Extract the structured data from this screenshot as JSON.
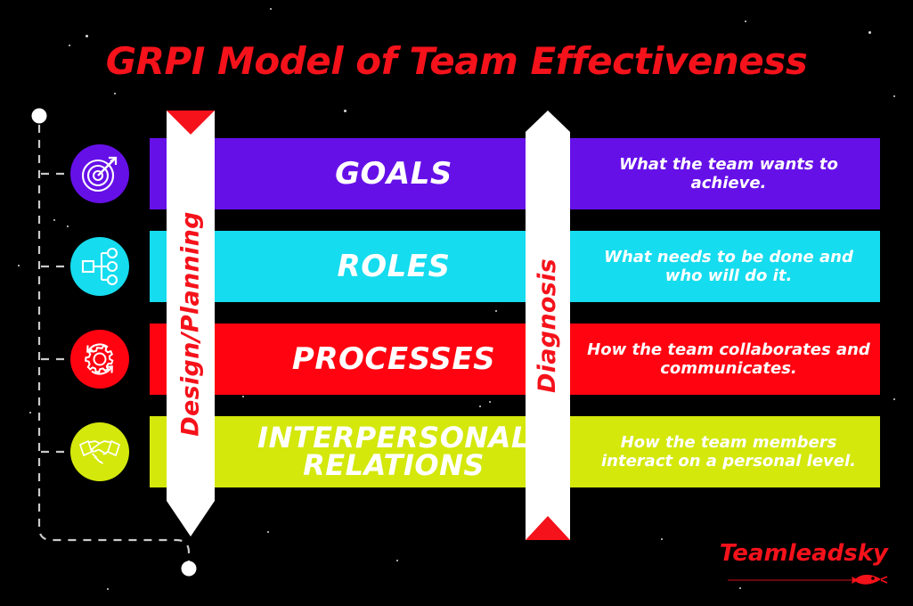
{
  "meta": {
    "background_color": "#000000",
    "accent_red": "#F5121B"
  },
  "header": {
    "title": "GRPI Model of Team Effectiveness"
  },
  "arrows": {
    "left": {
      "label": "Design/Planning",
      "direction": "down",
      "shaft_color": "#FFFFFF",
      "tip_color": "#F5121B",
      "name": "design-planning-arrow"
    },
    "right": {
      "label": "Diagnosis",
      "direction": "up",
      "shaft_color": "#FFFFFF",
      "tip_color": "#F5121B",
      "name": "diagnosis-arrow"
    }
  },
  "rows": [
    {
      "key": "goals",
      "title": "GOALS",
      "description": "What the team wants to achieve.",
      "color": "#6610E8",
      "icon": "target-arrow-icon"
    },
    {
      "key": "roles",
      "title": "ROLES",
      "description": "What needs to be done and who will do it.",
      "color": "#15DCEE",
      "icon": "org-chart-icon"
    },
    {
      "key": "processes",
      "title": "PROCESSES",
      "description": "How the team collaborates and communicates.",
      "color": "#FF0311",
      "icon": "gear-cycle-icon"
    },
    {
      "key": "interpersonal-relations",
      "title": "INTERPERSONAL RELATIONS",
      "description": "How the team members interact on a personal level.",
      "color": "#D4E80C",
      "icon": "handshake-icon"
    }
  ],
  "logo": {
    "text": "Teamleadsky",
    "color": "#F5121B",
    "mark": "rocket-icon"
  }
}
